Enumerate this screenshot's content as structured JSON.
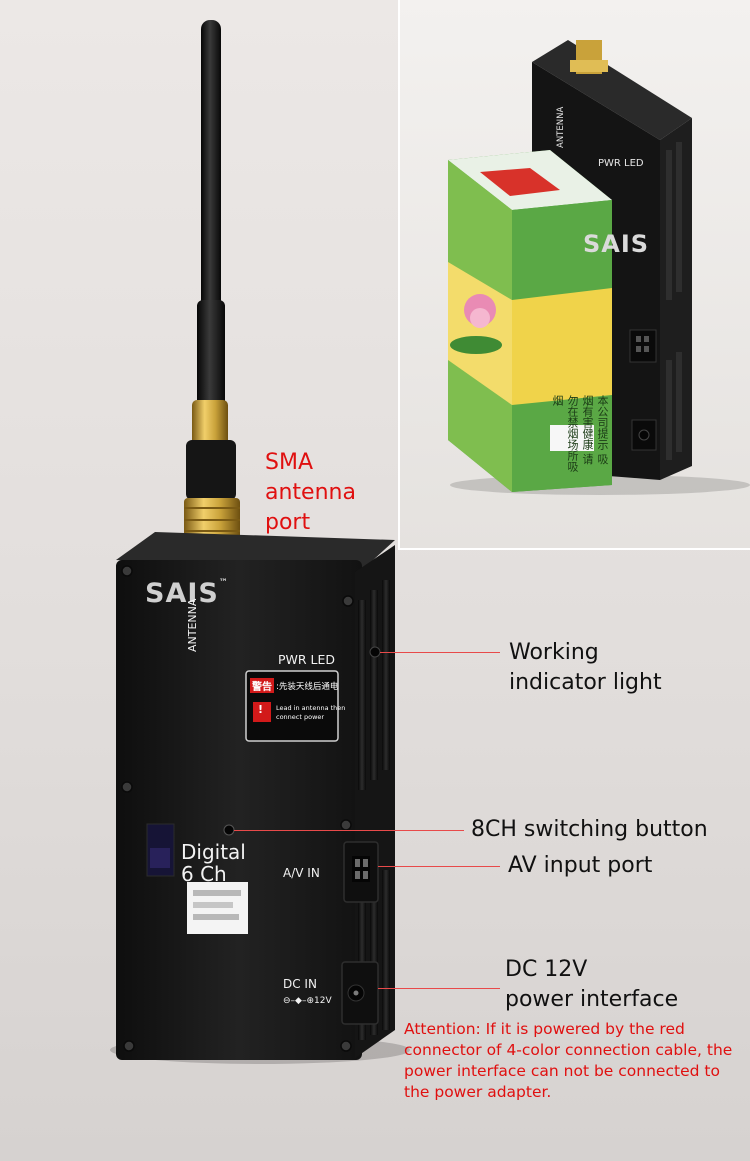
{
  "brand": "SAIS",
  "brand_tm": "™",
  "device": {
    "antenna_label": "ANTENNA",
    "pwr_led_label": "PWR LED",
    "warning_title": "警告",
    "warning_cn": ":先装天线后通电",
    "warning_en_1": "Lead in antenna then",
    "warning_en_2": "connect power",
    "digital_label": "Digital",
    "channels_label": "6 Ch",
    "av_in_label": "A/V  IN",
    "dc_in_label": "DC  IN",
    "dc_voltage": "12V"
  },
  "callouts": {
    "sma_line1": "SMA",
    "sma_line2": "antenna",
    "sma_line3": "port",
    "indicator_line1": "Working",
    "indicator_line2": "indicator light",
    "switch_button": "8CH switching button",
    "av_port": "AV input port",
    "dc_line1": "DC 12V",
    "dc_line2": "power interface"
  },
  "attention_note": "Attention: If it is powered by the red connector of 4-color connection cable, the power interface can not be connected to the power adapter.",
  "inset": {
    "antenna_label": "ANTENNA",
    "pwr_led_label": "PWR LED",
    "brand": "SAIS",
    "pack_text": "本公司提示 吸烟有害健康 请勿在禁烟场所吸烟"
  },
  "colors": {
    "callout_red": "#e01010",
    "leader_line": "#e84a4a",
    "device_body": "#1a1a1a",
    "antenna_gold": "#c9a23a"
  }
}
